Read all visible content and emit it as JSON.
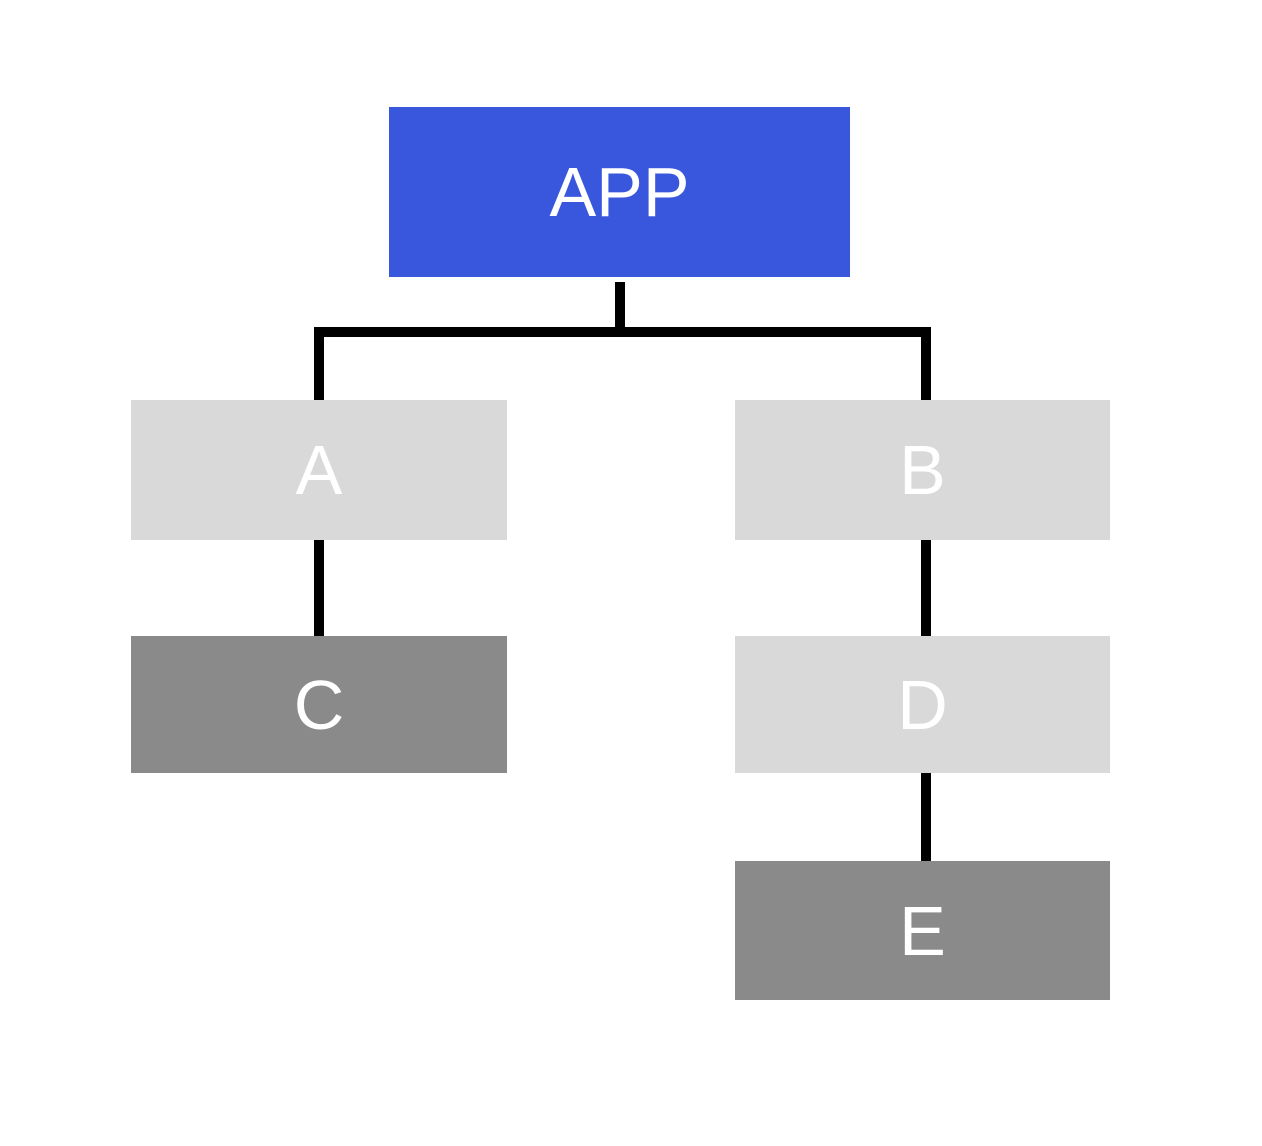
{
  "colors": {
    "root": "#3957dd",
    "light": "#d9d9d9",
    "dark": "#8a8a8a",
    "connector": "#000000",
    "label": "#ffffff"
  },
  "nodes": {
    "app": {
      "label": "APP",
      "tone": "root"
    },
    "a": {
      "label": "A",
      "tone": "light"
    },
    "b": {
      "label": "B",
      "tone": "light"
    },
    "c": {
      "label": "C",
      "tone": "dark"
    },
    "d": {
      "label": "D",
      "tone": "light"
    },
    "e": {
      "label": "E",
      "tone": "dark"
    }
  },
  "edges": [
    {
      "from": "APP",
      "to": "A"
    },
    {
      "from": "APP",
      "to": "B"
    },
    {
      "from": "A",
      "to": "C"
    },
    {
      "from": "B",
      "to": "D"
    },
    {
      "from": "D",
      "to": "E"
    }
  ]
}
